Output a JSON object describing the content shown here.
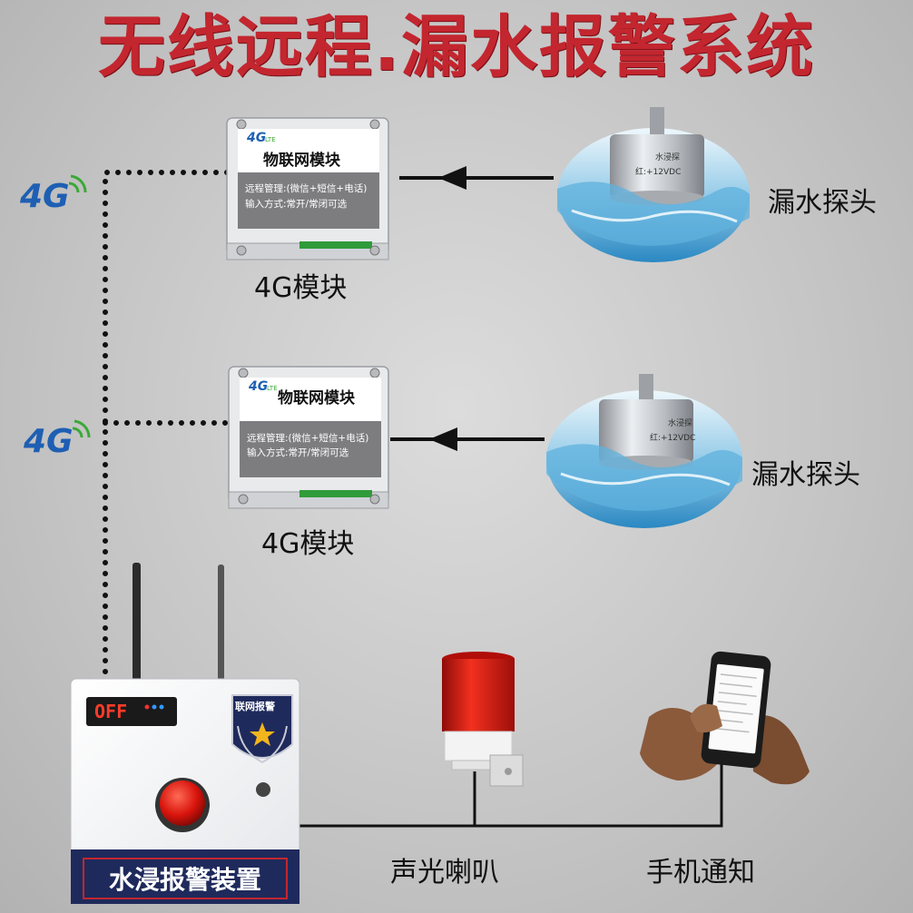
{
  "title": "无线远程.漏水报警系统",
  "modules": [
    {
      "badge": "4G",
      "badge_sub": "LTE",
      "header": "物联网模块",
      "line1": "远程管理:(微信+短信+电话)",
      "line2": "输入方式:常开/常闭可选",
      "caption": "4G模块"
    },
    {
      "badge": "4G",
      "badge_sub": "LTE",
      "header": "物联网模块",
      "line1": "远程管理:(微信+短信+电话)",
      "line2": "输入方式:常开/常闭可选",
      "caption": "4G模块"
    }
  ],
  "probes": [
    {
      "caption": "漏水探头",
      "label_top": "水浸探",
      "label_mid": "红:+12VDC"
    },
    {
      "caption": "漏水探头",
      "label_top": "水浸探",
      "label_mid": "红:+12VDC"
    }
  ],
  "signal_icons": [
    "4G",
    "4G"
  ],
  "alarm_device": {
    "display": "OFF",
    "badge": "联网报警",
    "nameplate": "水浸报警装置"
  },
  "siren": {
    "caption": "声光喇叭"
  },
  "phone": {
    "caption": "手机通知"
  },
  "colors": {
    "title": "#c3262f",
    "signal_blue": "#1e5fb3",
    "signal_green": "#3aa935",
    "siren_red": "#d41a12",
    "nameplate_bg": "#1f2a5c"
  }
}
